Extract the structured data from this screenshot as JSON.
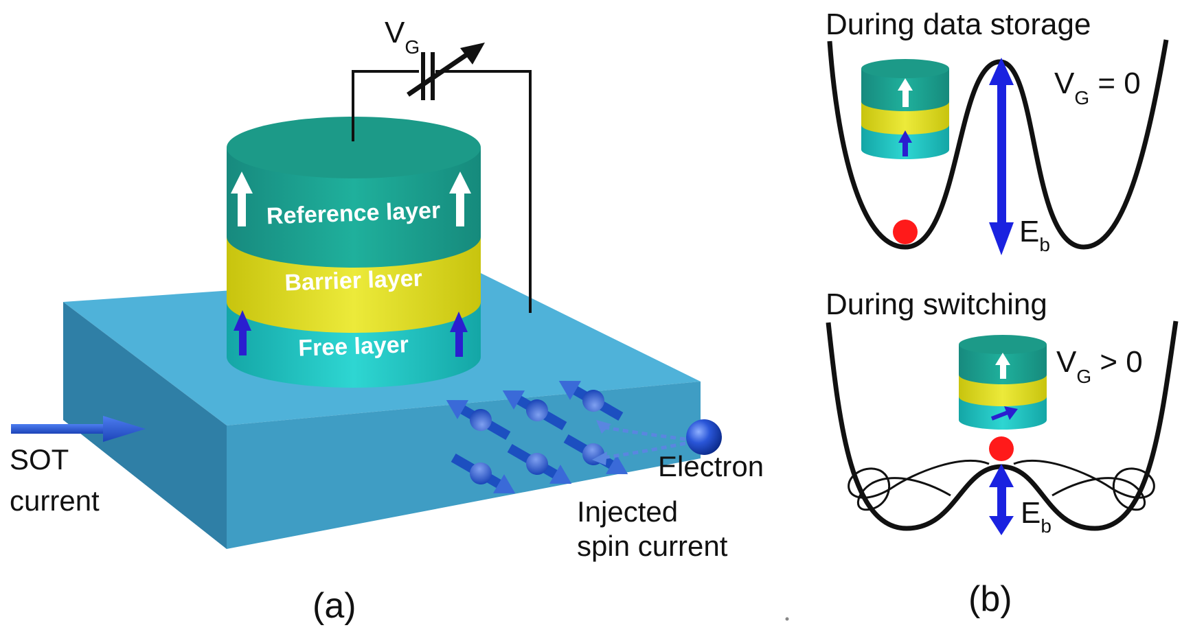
{
  "panel_a": {
    "label": "(a)",
    "gate_voltage_symbol": "V",
    "gate_voltage_subscript": "G",
    "layers": {
      "reference": "Reference layer",
      "barrier": "Barrier layer",
      "free": "Free layer"
    },
    "sot_current": [
      "SOT",
      "current"
    ],
    "electron": "Electron",
    "injected_spin_current": [
      "Injected",
      "spin current"
    ]
  },
  "panel_b": {
    "label": "(b)",
    "storage": {
      "title": "During data storage",
      "voltage_condition": "V",
      "voltage_subscript": "G",
      "voltage_relation": " = 0",
      "barrier_symbol": "E",
      "barrier_subscript": "b"
    },
    "switching": {
      "title": "During switching",
      "voltage_condition": "V",
      "voltage_subscript": "G",
      "voltage_relation": " > 0",
      "barrier_symbol": "E",
      "barrier_subscript": "b"
    }
  },
  "colors": {
    "substrate_top": "#4fb2d9",
    "substrate_front": "#3f9dc4",
    "substrate_side": "#2f7fa6",
    "reference_layer": "#1a9a8a",
    "barrier_layer": "#e3e020",
    "free_layer": "#22c6c4",
    "spin_arrow": "#1c4fc0",
    "energy_arrow": "#1a22e0",
    "ball": "#ff1a1a"
  }
}
